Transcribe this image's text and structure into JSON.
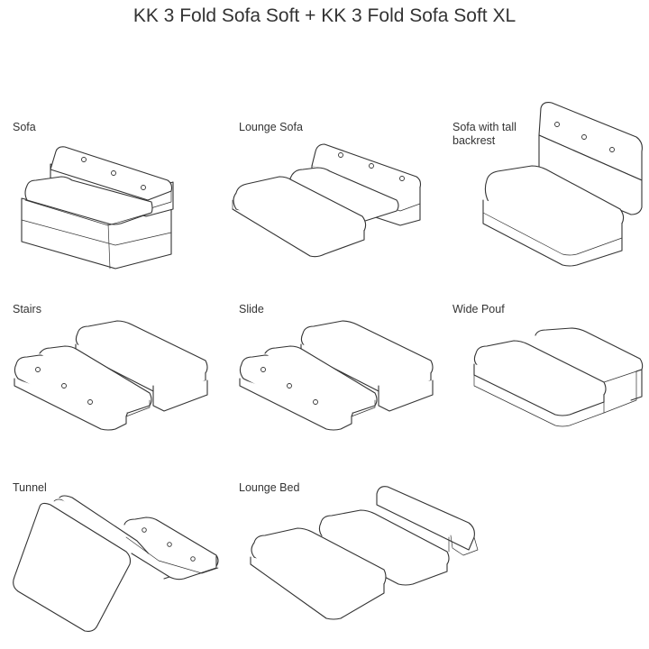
{
  "page": {
    "title": "KK 3 Fold Sofa Soft + KK 3 Fold Sofa Soft XL"
  },
  "configurations": [
    {
      "id": "sofa",
      "label": "Sofa"
    },
    {
      "id": "lounge-sofa",
      "label": "Lounge Sofa"
    },
    {
      "id": "sofa-tall-backrest",
      "label_line1": "Sofa with tall",
      "label_line2": "backrest"
    },
    {
      "id": "stairs",
      "label": "Stairs"
    },
    {
      "id": "slide",
      "label": "Slide"
    },
    {
      "id": "wide-pouf",
      "label": "Wide Pouf"
    },
    {
      "id": "tunnel",
      "label": "Tunnel"
    },
    {
      "id": "lounge-bed",
      "label": "Lounge Bed"
    }
  ]
}
